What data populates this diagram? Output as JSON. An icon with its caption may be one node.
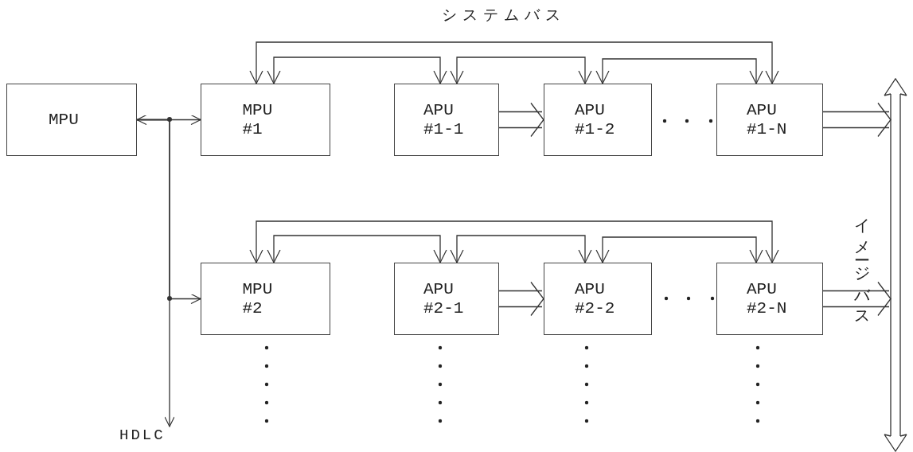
{
  "diagram": {
    "nodes": [
      {
        "text": [
          "MPU"
        ]
      },
      {
        "text": [
          "MPU #1"
        ]
      },
      {
        "text": [
          "APU #1-1"
        ]
      },
      {
        "text": [
          "APU #1-2"
        ]
      },
      {
        "text": [
          "APU #1-N"
        ]
      },
      {
        "text": [
          "MPU #2"
        ]
      },
      {
        "text": [
          "APU #2-1"
        ]
      },
      {
        "text": [
          "APU #2-2"
        ]
      },
      {
        "text": [
          "APU #2-N"
        ]
      },
      {
        "text": [
          "HDLC"
        ]
      },
      {
        "text": [],
        "shape": "bar",
        "beside": [
          "イメージバス"
        ]
      }
    ],
    "edges": [
      {
        "from": 0,
        "to": 1,
        "arrow": "both"
      },
      {
        "from": 0,
        "to": 5,
        "arrow": "to"
      },
      {
        "from": 0,
        "to": 9,
        "arrow": "to"
      },
      {
        "from": 1,
        "to": 4,
        "arrow": "both"
      },
      {
        "from": 1,
        "to": 2,
        "arrow": "both"
      },
      {
        "from": 2,
        "to": 3,
        "arrow": "both"
      },
      {
        "from": 3,
        "to": 4,
        "arrow": "both"
      },
      {
        "from": 2,
        "to": 3,
        "arrow": "to"
      },
      {
        "from": 4,
        "to": 10,
        "arrow": "to"
      },
      {
        "from": 5,
        "to": 8,
        "arrow": "both"
      },
      {
        "from": 5,
        "to": 6,
        "arrow": "both"
      },
      {
        "from": 6,
        "to": 7,
        "arrow": "both"
      },
      {
        "from": 7,
        "to": 8,
        "arrow": "both"
      },
      {
        "from": 6,
        "to": 7,
        "arrow": "to"
      },
      {
        "from": 8,
        "to": 10,
        "arrow": "to"
      }
    ],
    "labels": [
      "システムバス"
    ]
  }
}
